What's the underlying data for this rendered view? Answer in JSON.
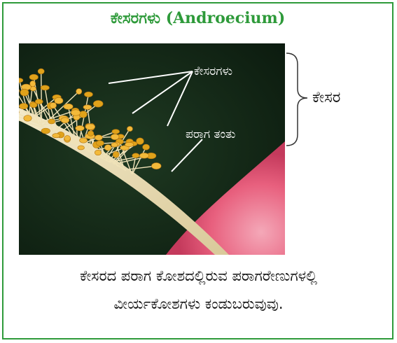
{
  "title": "ಕೇಸರಗಳು (Androecium)",
  "labels": {
    "stamens": "ಕೇಸರಗಳು",
    "filaments": "ಪರಾಗ ತಂತು",
    "stamen": "ಕೇಸರ"
  },
  "caption": {
    "line1": "ಕೇಸರದ ಪರಾಗ ಕೋಶದಲ್ಲಿರುವ ಪರಾಗರೇಣುಗಳಲ್ಲಿ",
    "line2": "ವೀರ್ಯಕೋಶಗಳು ಕಂಡುಬರುವುವು."
  },
  "colors": {
    "border": "#2e9a3a",
    "title": "#2e9a3a",
    "pollen": "#e0a21a",
    "petal": "#e8607e"
  }
}
